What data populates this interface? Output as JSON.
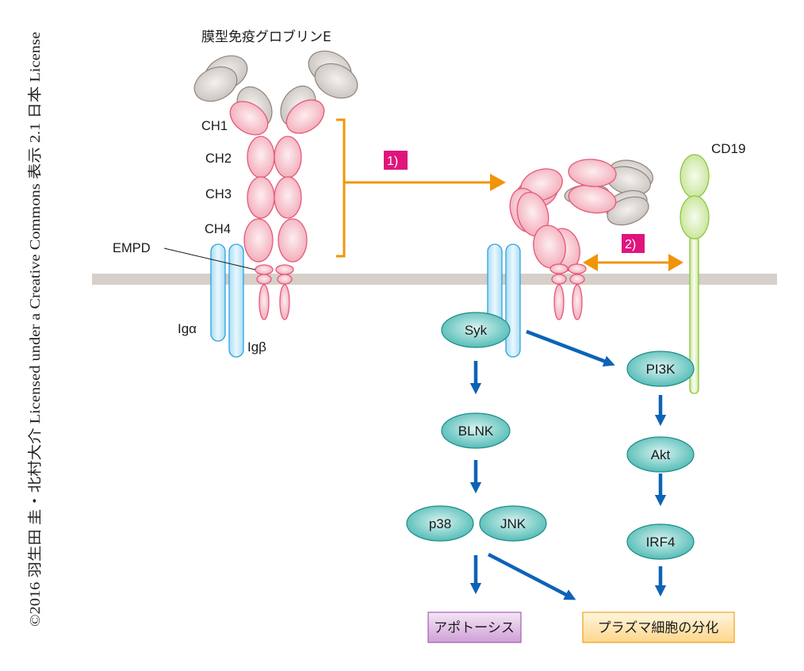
{
  "title": "膜型免疫グロブリンE",
  "copyright": "©2016 羽生田 圭・北村大介 Licensed under a Creative Commons 表示 2.1 日本 License",
  "domain_labels": [
    "CH1",
    "CH2",
    "CH3",
    "CH4"
  ],
  "empd_label": "EMPD",
  "ig_alpha_label": "Igα",
  "ig_beta_label": "Igβ",
  "cd19_label": "CD19",
  "steps": [
    {
      "id": "1",
      "label": "1)"
    },
    {
      "id": "2",
      "label": "2)"
    }
  ],
  "nodes": {
    "syk": "Syk",
    "blnk": "BLNK",
    "p38": "p38",
    "jnk": "JNK",
    "pi3k": "PI3K",
    "akt": "Akt",
    "irf4": "IRF4"
  },
  "outcomes": {
    "apoptosis": "アポトーシス",
    "plasma": "プラズマ細胞の分化"
  },
  "colors": {
    "membrane": "#d6cfca",
    "orange": "#f0950a",
    "blue_arrow": "#0d63b6",
    "badge": "#e0157c",
    "heavy_chain_fill": "#f7c0c8",
    "heavy_chain_stroke": "#e5587a",
    "light_chain_fill": "#dcd8d4",
    "light_chain_stroke": "#8e847d",
    "ig_fill": "#cfeefc",
    "ig_stroke": "#2da3dd",
    "cd19_fill": "#d6eeb0",
    "cd19_stroke": "#8dc63f",
    "node_fill": "#5cc3bd",
    "node_stroke": "#1e8d88",
    "apoptosis_fill": "#dcb6e0",
    "apoptosis_stroke": "#a45fb0",
    "plasma_fill": "#fde5b0",
    "plasma_stroke": "#f0a020"
  }
}
